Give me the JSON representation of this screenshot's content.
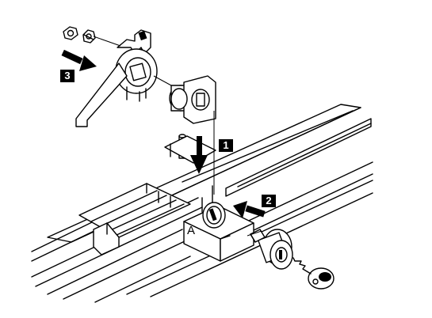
{
  "steps": [
    {
      "number": "1"
    },
    {
      "number": "2"
    },
    {
      "number": "3"
    }
  ],
  "part_label": "A"
}
